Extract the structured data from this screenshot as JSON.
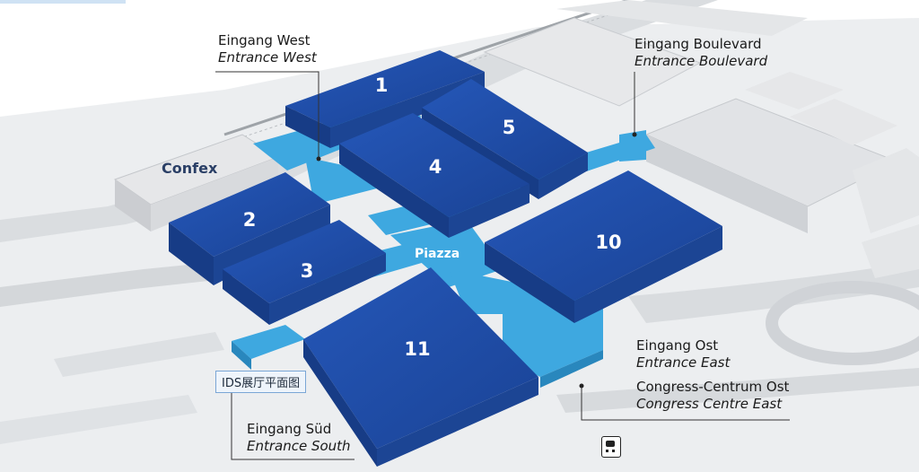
{
  "halls": [
    {
      "id": "1",
      "label": "1"
    },
    {
      "id": "2",
      "label": "2"
    },
    {
      "id": "3",
      "label": "3"
    },
    {
      "id": "4",
      "label": "4"
    },
    {
      "id": "5",
      "label": "5"
    },
    {
      "id": "10",
      "label": "10"
    },
    {
      "id": "11",
      "label": "11"
    }
  ],
  "places": {
    "confex": "Confex",
    "piazza": "Piazza"
  },
  "entrances": {
    "west": {
      "de": "Eingang West",
      "en": "Entrance West"
    },
    "boulevard": {
      "de": "Eingang Boulevard",
      "en": "Entrance Boulevard"
    },
    "east": {
      "de": "Eingang Ost",
      "en": "Entrance East"
    },
    "congress": {
      "de": "Congress-Centrum Ost",
      "en": "Congress Centre East"
    },
    "south": {
      "de": "Eingang Süd",
      "en": "Entrance South"
    }
  },
  "tag": "IDS展厅平面图",
  "icons": {
    "transit": "train-icon"
  },
  "colors": {
    "hall": "#1f4fa8",
    "hall_dark": "#173c86",
    "connector": "#3ea8e0",
    "ground": "#e4e6e9",
    "building_gray": "#cfd2d6"
  }
}
